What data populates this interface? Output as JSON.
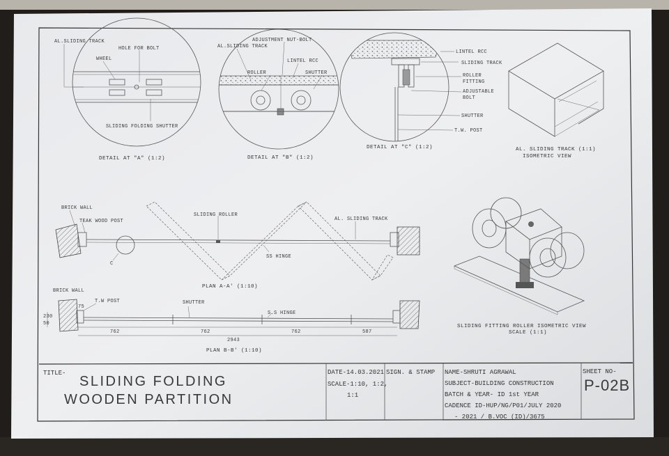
{
  "sheet": {
    "title_label": "TITLE-",
    "title_line1": "SLIDING FOLDING",
    "title_line2": "WOODEN PARTITION",
    "date": "DATE-14.03.2021",
    "scale_line1": "SCALE-1:10, 1:2,",
    "scale_line2": "1:1",
    "sign_stamp": "SIGN. & STAMP",
    "name": "NAME-SHRUTI AGRAWAL",
    "subject": "SUBJECT-BUILDING CONSTRUCTION",
    "batch": "BATCH & YEAR- ID 1st YEAR",
    "cadence": "CADENCE ID-HUP/NG/P01/JULY 2020",
    "roll": "- 2021 / B.VOC (ID)/3675",
    "sheet_no_label": "SHEET NO-",
    "sheet_no": "P-02B"
  },
  "details": {
    "a": {
      "caption": "DETAIL AT \"A\" (1:2)",
      "labels": {
        "track": "AL.SLIDING TRACK",
        "hole": "HOLE FOR BOLT",
        "wheel": "WHEEL",
        "shutter": "SLIDING FOLDING SHUTTER"
      }
    },
    "b": {
      "caption": "DETAIL AT \"B\" (1:2)",
      "labels": {
        "nut": "ADJUSTMENT NUT-BOLT",
        "track": "AL.SLIDING TRACK",
        "lintel": "LINTEL RCC",
        "roller": "ROLLER",
        "shutter": "SHUTTER"
      }
    },
    "c": {
      "caption": "DETAIL AT \"C\" (1:2)",
      "labels": {
        "lintel": "LINTEL RCC",
        "track": "SLIDING TRACK",
        "roller": "ROLLER",
        "fitting": "FITTING",
        "adjustable": "ADJUSTABLE",
        "bolt": "BOLT",
        "shutter": "SHUTTER",
        "post": "T.W. POST"
      }
    },
    "track_iso": {
      "caption_line1": "AL. SLIDING TRACK (1:1)",
      "caption_line2": "ISOMETRIC VIEW"
    },
    "roller_iso": {
      "caption_line1": "SLIDING FITTING ROLLER ISOMETRIC VIEW",
      "caption_line2": "SCALE (1:1)"
    }
  },
  "plan_aa": {
    "caption": "PLAN  A-A' (1:10)",
    "labels": {
      "brick": "BRICK WALL",
      "post": "TEAK WOOD POST",
      "roller": "SLIDING ROLLER",
      "track": "AL. SLIDING TRACK",
      "hinge": "SS HINGE",
      "c": "C"
    }
  },
  "plan_bb": {
    "caption": "PLAN  B-B' (1:10)",
    "labels": {
      "brick": "BRICK WALL",
      "post": "T.W POST",
      "shutter": "SHUTTER",
      "hinge": "S.S HINGE"
    },
    "dims": {
      "d1": "762",
      "d2": "762",
      "d3": "762",
      "d4": "587",
      "total": "2943",
      "post": "75",
      "wall_a": "230",
      "wall_b": "50"
    }
  }
}
